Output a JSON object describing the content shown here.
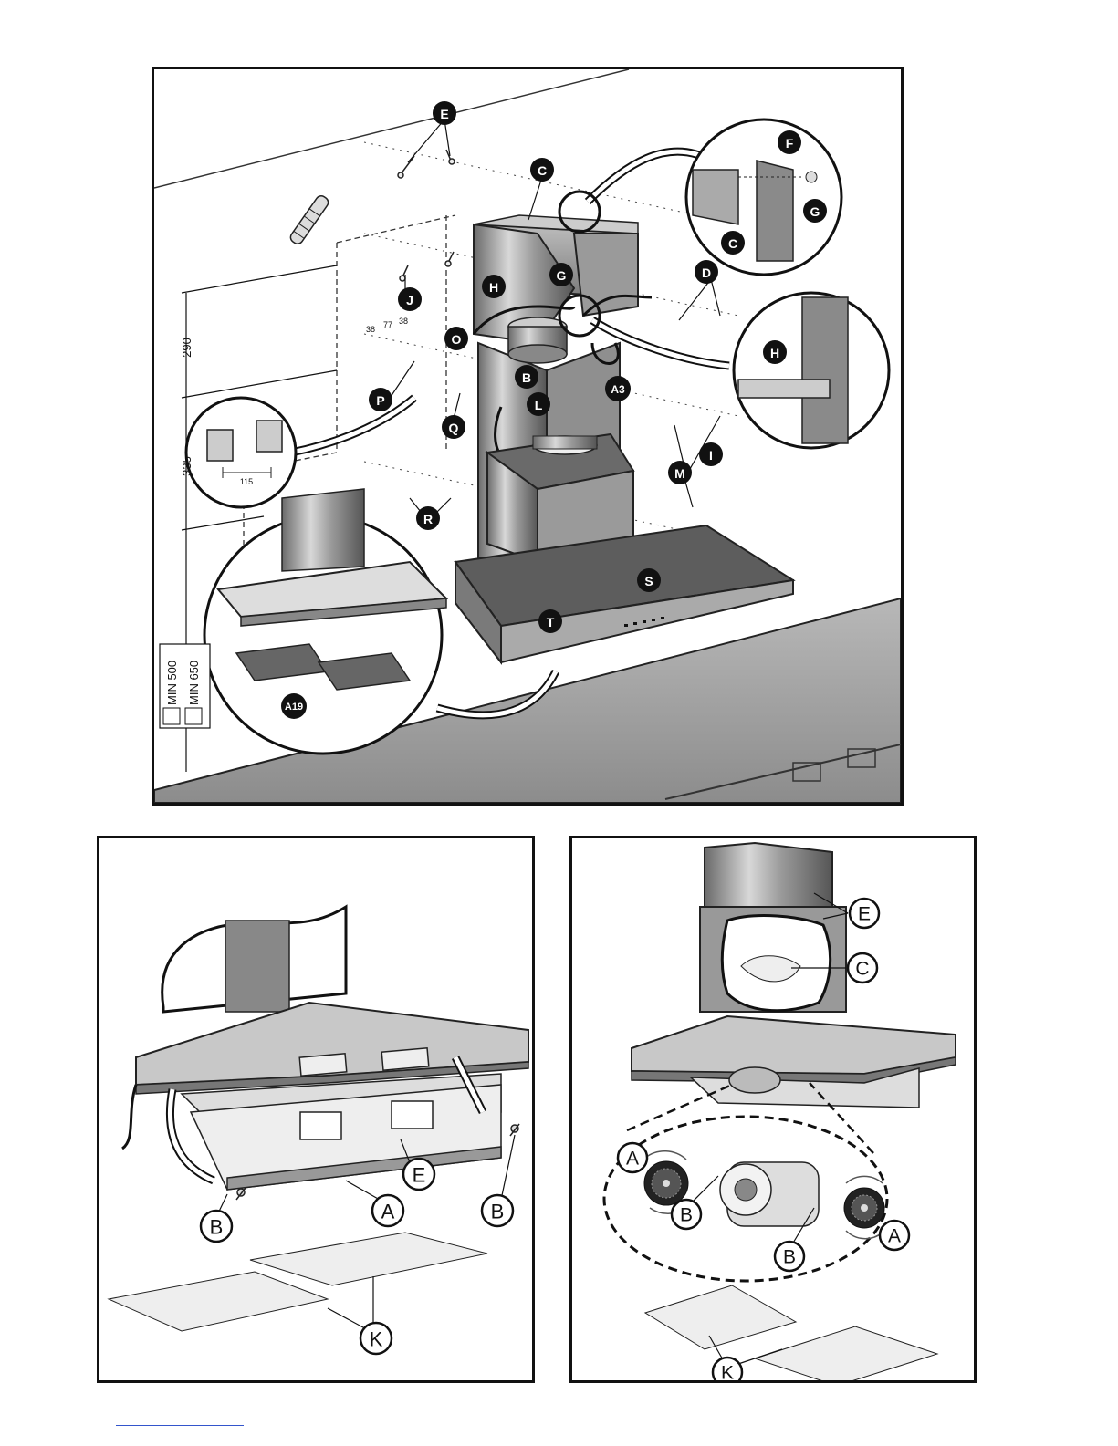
{
  "top_diagram": {
    "callouts": [
      "E",
      "C",
      "F",
      "G",
      "G",
      "C",
      "D",
      "H",
      "H",
      "J",
      "O",
      "B",
      "L",
      "A3",
      "I",
      "M",
      "P",
      "Q",
      "R",
      "S",
      "T",
      "A19"
    ],
    "dimensions": {
      "vertical_upper": "290",
      "vertical_lower": "335",
      "spacing_a": "38",
      "spacing_b": "77",
      "spacing_c": "38",
      "bracket_spacing": "115"
    },
    "min_heights": [
      "MIN 500",
      "MIN 650"
    ]
  },
  "bottom_left": {
    "callouts": [
      "A",
      "B",
      "B",
      "E",
      "K"
    ]
  },
  "bottom_right": {
    "callouts": [
      "E",
      "C",
      "A",
      "A",
      "B",
      "B",
      "K"
    ]
  }
}
